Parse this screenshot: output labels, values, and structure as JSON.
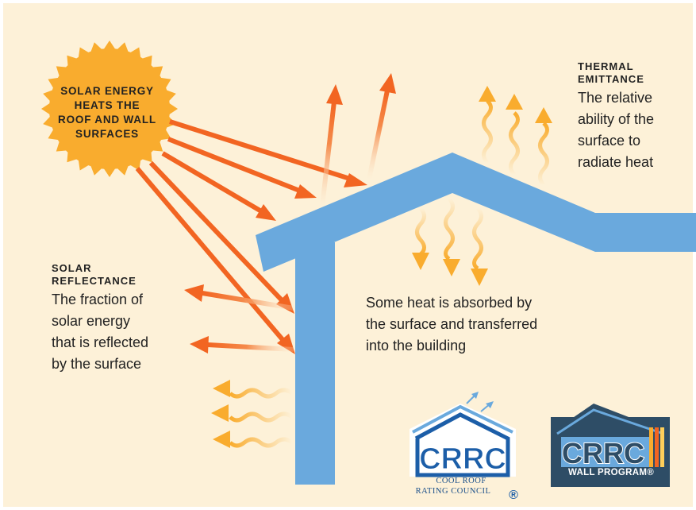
{
  "sun": {
    "label_lines": [
      "SOLAR ENERGY",
      "HEATS THE",
      "ROOF AND WALL",
      "SURFACES"
    ]
  },
  "thermal_emittance": {
    "heading_lines": [
      "THERMAL",
      "EMITTANCE"
    ],
    "body_lines": [
      "The relative",
      "ability of the",
      "surface to",
      "radiate heat"
    ]
  },
  "solar_reflectance": {
    "heading_lines": [
      "SOLAR",
      "REFLECTANCE"
    ],
    "body_lines": [
      "The fraction of",
      "solar energy",
      "that is reflected",
      "by the surface"
    ]
  },
  "absorbed": {
    "body_lines": [
      "Some heat is absorbed by",
      "the surface and transferred",
      "into the building"
    ]
  },
  "logos": {
    "crrc_text": "CRRC",
    "crrc_subtitle_1": "COOL ROOF",
    "crrc_subtitle_2": "RATING COUNCIL",
    "registered_mark": "®",
    "wall_text": "CRRC",
    "wall_subtitle": "WALL PROGRAM®"
  },
  "colors": {
    "background": "#fdf1d8",
    "sun": "#f9ac2e",
    "house": "#6aa9dd",
    "arrow_orange": "#f26522",
    "heat_wave": "#f9ac2e",
    "logo_blue": "#1c5ea8",
    "wall_logo_bg": "#2e4d66"
  }
}
